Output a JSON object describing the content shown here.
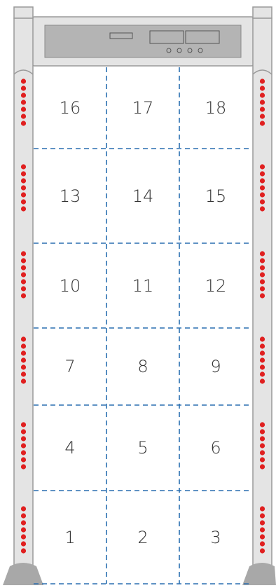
{
  "diagram": {
    "type": "walk-through metal detector zone map",
    "columns": 3,
    "rows": 6,
    "zones_top_to_bottom": [
      [
        "16",
        "17",
        "18"
      ],
      [
        "13",
        "14",
        "15"
      ],
      [
        "10",
        "11",
        "12"
      ],
      [
        "7",
        "8",
        "9"
      ],
      [
        "4",
        "5",
        "6"
      ],
      [
        "1",
        "2",
        "3"
      ]
    ],
    "led_groups_per_side": 6,
    "leds_per_group": 7,
    "colors": {
      "frame_fill": "#e4e4e4",
      "frame_stroke": "#9a9a9a",
      "panel_fill": "#b4b4b4",
      "led": "#e02020",
      "foot": "#a8a8a8",
      "zone_divider": "#2a6fb0",
      "zone_text": "#333333"
    }
  }
}
